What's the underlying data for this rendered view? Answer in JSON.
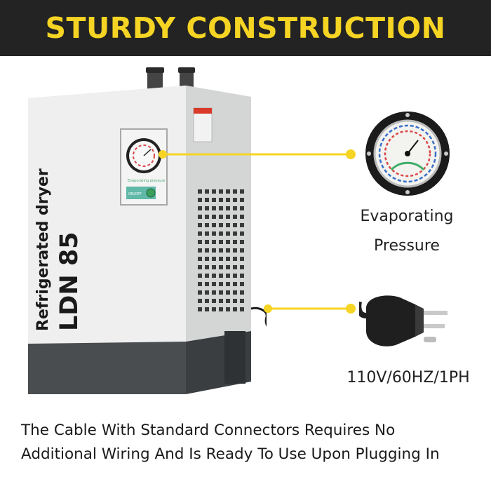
{
  "banner": {
    "title": "STURDY CONSTRUCTION"
  },
  "colors": {
    "banner_bg": "#232323",
    "accent_yellow": "#f6d423"
  },
  "product": {
    "model": "LDN 85",
    "type": "Refrigerated dryer",
    "gauge_label": "Evaporating pressure",
    "power_label": "ON/OFF"
  },
  "callouts": {
    "gauge": {
      "label_line1": "Evaporating",
      "label_line2": "Pressure"
    },
    "plug": {
      "label": "110V/60HZ/1PH"
    }
  },
  "caption": {
    "line1": "The Cable With Standard Connectors Requires No",
    "line2": "Additional Wiring And Is Ready To Use Upon Plugging In"
  }
}
